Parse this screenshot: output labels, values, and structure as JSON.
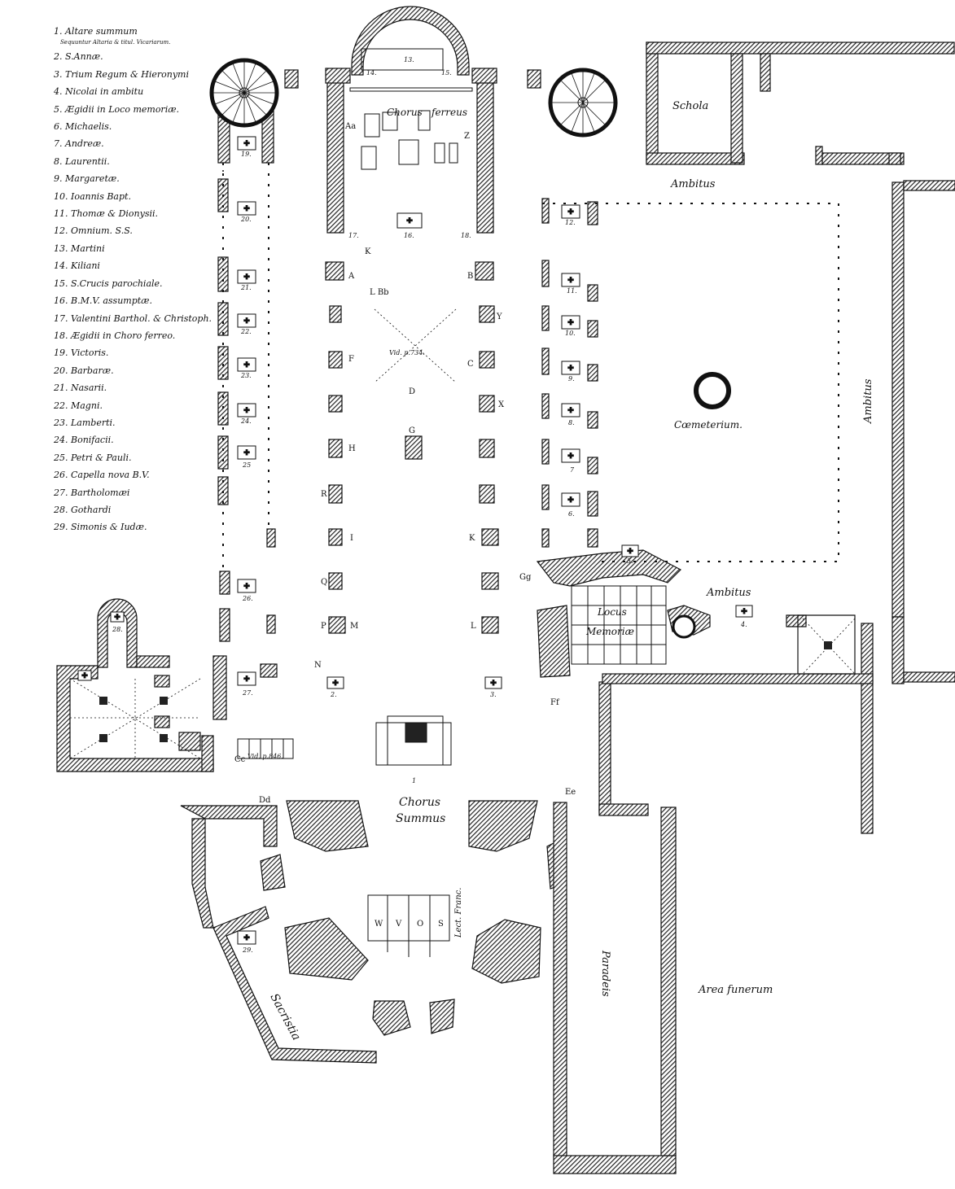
{
  "legend": [
    "1. Altare summum",
    "Sequuntur Altaria & titul. Vicariarum.",
    "2. S.Annæ.",
    "3. Trium Regum & Hieronymi",
    "4. Nicolai in ambitu",
    "5. Ægidii in Loco memoriæ.",
    "6. Michaelis.",
    "7. Andreæ.",
    "8. Laurentii.",
    "9. Margaretæ.",
    "10. Ioannis Bapt.",
    "11. Thomæ & Dionysii.",
    "12. Omnium. S.S.",
    "13. Martini",
    "14. Kiliani",
    "15. S.Crucis parochiale.",
    "16. B.M.V. assumptæ.",
    "17. Valentini Barthol. & Christoph.",
    "18. Ægidii in Choro ferreo.",
    "19. Victoris.",
    "20. Barbaræ.",
    "21. Nasarii.",
    "22. Magni.",
    "23. Lamberti.",
    "24. Bonifacii.",
    "25. Petri & Pauli.",
    "26. Capella nova B.V.",
    "27. Bartholomæi",
    "28. Gothardi",
    "29. Simonis & Iudæ."
  ],
  "areas": {
    "chorus_ferreus_1": "Chorus",
    "chorus_ferreus_2": "ferreus",
    "schola": "Schola",
    "ambitus_top": "Ambitus",
    "ambitus_right": "Ambitus",
    "ambitus_mid": "Ambitus",
    "coemeterium": "Cœmeterium.",
    "locus_1": "Locus",
    "locus_2": "Memoriæ",
    "chorus_summus_1": "Chorus",
    "chorus_summus_2": "Summus",
    "sacristia": "Sacristia",
    "paradeis": "Paradeis",
    "area_funerum": "Area funerum",
    "lectorium": "Lect. Franc.",
    "vid_734": "Vid. p.734.",
    "vid_846": "Vid. p.846."
  },
  "markers": {
    "Aa": "Aa",
    "A": "A",
    "B": "B",
    "Bb": "L Bb",
    "Z": "Z",
    "K": "K",
    "Y": "Y",
    "F": "F",
    "C": "C",
    "D": "D",
    "X": "X",
    "G": "G",
    "H": "H",
    "R": "R",
    "I": "I",
    "Kk": "K",
    "Q": "Q",
    "Gg": "Gg",
    "P": "P",
    "M": "M",
    "L": "L",
    "N": "N",
    "Ff": "Ff",
    "Cc": "Cc",
    "Dd": "Dd",
    "Ee": "Ee",
    "WVOS": [
      "W",
      "V",
      "O",
      "S"
    ]
  },
  "altar_numbers": {
    "n13": "13.",
    "n14": "14.",
    "n15": "15.",
    "n16": "16.",
    "n17": "17.",
    "n18": "18.",
    "n19": "19.",
    "n20": "20.",
    "n21": "21.",
    "n22": "22.",
    "n23": "23.",
    "n24": "24.",
    "n25": "25",
    "n26": "26.",
    "n27": "27.",
    "n28": "28.",
    "n29": "29.",
    "n12": "12.",
    "n11": "11.",
    "n10": "10.",
    "n9": "9.",
    "n8": "8.",
    "n7": "7",
    "n6": "6.",
    "n5": "5.",
    "n4": "4.",
    "n2": "2.",
    "n3": "3.",
    "n1": "1"
  }
}
